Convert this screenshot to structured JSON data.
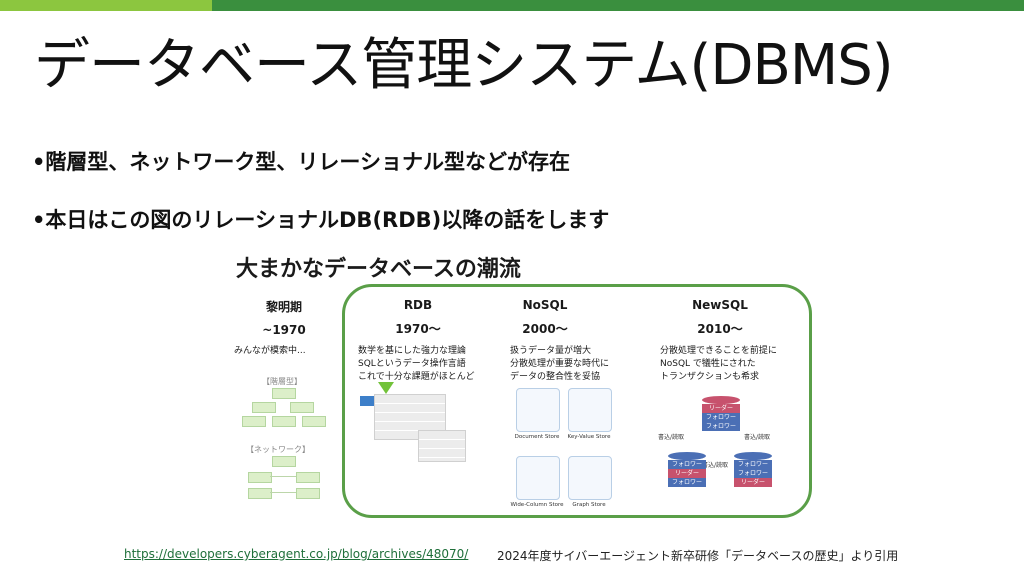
{
  "slide": {
    "title": "データベース管理システム(DBMS)",
    "bullets": [
      "•階層型、ネットワーク型、リレーショナル型などが存在",
      "•本日はこの図のリレーショナルDB(RDB)以降の話をします"
    ]
  },
  "figure": {
    "title": "大まかなデータベースの潮流",
    "eras": [
      {
        "name": "黎明期",
        "year": "~1970",
        "desc": [
          "みんなが模索中..."
        ]
      },
      {
        "name": "RDB",
        "year": "1970〜",
        "desc": [
          "数学を基にした強力な理論",
          "SQLというデータ操作言語",
          "これで十分な課題がほとんど"
        ]
      },
      {
        "name": "NoSQL",
        "year": "2000〜",
        "desc": [
          "扱うデータ量が増大",
          "分散処理が重要な時代に",
          "データの整合性を妥協"
        ]
      },
      {
        "name": "NewSQL",
        "year": "2010〜",
        "desc": [
          "分散処理できることを前提に",
          "NoSQL で犠牲にされた",
          "トランザクションも希求"
        ]
      }
    ],
    "early_labels": {
      "hier": "【階層型】",
      "net": "【ネットワーク】"
    },
    "nosql_tiles": [
      "Document Store",
      "Key-Value Store",
      "Wide-Column Store",
      "Graph Store"
    ],
    "newsql": {
      "leader": "リーダー",
      "follower": "フォロワー",
      "rw": "書込/読取"
    }
  },
  "footer": {
    "link": "https://developers.cyberagent.co.jp/blog/archives/48070/",
    "citation": "2024年度サイバーエージェント新卒研修「データベースの歴史」より引用"
  },
  "colors": {
    "bar_light": "#8cc63f",
    "bar_dark": "#3a8f3e",
    "frame": "#5a9f48",
    "leader": "#c7526d",
    "follower": "#4b6fb5"
  }
}
